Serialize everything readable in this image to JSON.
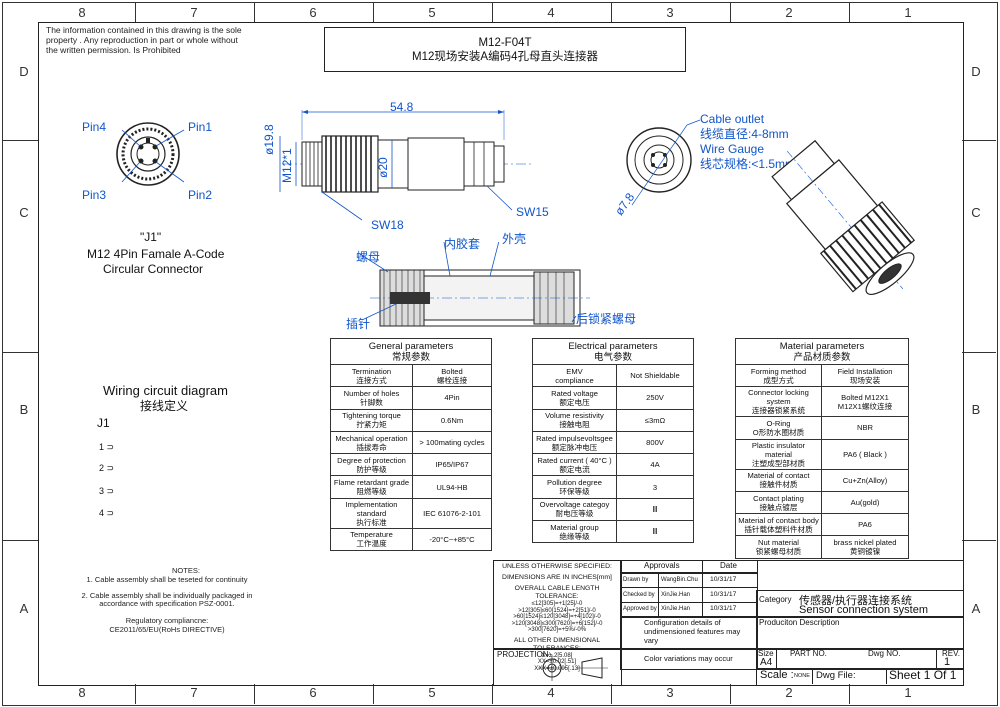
{
  "zones": {
    "columns": [
      "8",
      "7",
      "6",
      "5",
      "4",
      "3",
      "2",
      "1"
    ],
    "rows": [
      "D",
      "C",
      "B",
      "A"
    ]
  },
  "notice": "The information contained in this drawing is the sole property . Any reproduction in part or whole without the written permission. Is Prohibited",
  "title": {
    "code": "M12-F04T",
    "name": "M12现场安装A编码4孔母直头连接器"
  },
  "front_view": {
    "pin_labels": [
      "Pin4",
      "Pin1",
      "Pin3",
      "Pin2"
    ],
    "tag": "\"J1\"",
    "desc_line1": "M12 4Pin Famale A-Code",
    "desc_line2": "Circular Connector"
  },
  "side_view": {
    "length": "54.8",
    "dia1": "ø19.8",
    "thread": "M12*1",
    "dia2": "ø20",
    "sw1": "SW18",
    "sw2": "SW15"
  },
  "cable_view": {
    "dia": "ø7.8",
    "lines": [
      "Cable outlet",
      "线缆直径:4-8mm",
      "Wire Gauge",
      "线芯规格:<1.5mm²"
    ]
  },
  "section_view": {
    "labels": [
      "内胶套",
      "外壳",
      "螺母",
      "插针",
      "后锁紧螺母"
    ]
  },
  "wiring": {
    "title_en": "Wiring circuit diagram",
    "title_cn": "接线定义",
    "tag": "J1",
    "pins": [
      "1",
      "2",
      "3",
      "4"
    ],
    "pin_symbol": "⊃"
  },
  "notes": {
    "heading": "NOTES:",
    "items": [
      "1. Cable assembly shall be teseted for continuity",
      "2. Cable assembly shall be individually packaged in",
      "accordance with  specification PSZ-0001."
    ],
    "compliance_title": "Regulatory compliancne:",
    "compliance": "CE2011/65/EU(RoHs DIRECTIVE)"
  },
  "general": {
    "title_en": "General parameters",
    "title_cn": "常规参数",
    "rows": [
      {
        "en": "Termination",
        "cn": "连接方式",
        "value": "Bolted\n螺栓连接"
      },
      {
        "en": "Number of holes",
        "cn": "针脚数",
        "value": "4Pin"
      },
      {
        "en": "Tightening torque",
        "cn": "拧紧力矩",
        "value": "0.6Nm"
      },
      {
        "en": "Mechanical operation",
        "cn": "插拔寿命",
        "value": "> 100mating cycles"
      },
      {
        "en": "Degree of protection",
        "cn": "防护等级",
        "value": "IP65/IP67"
      },
      {
        "en": "Flame retardant grade",
        "cn": "阻燃等级",
        "value": "UL94-HB"
      },
      {
        "en": "Implementation standard",
        "cn": "执行标准",
        "value": "IEC 61076-2-101"
      },
      {
        "en": "Temperature",
        "cn": "工作温度",
        "value": "-20°C~+85°C"
      }
    ]
  },
  "electrical": {
    "title_en": "Electrical parameters",
    "title_cn": "电气参数",
    "rows": [
      {
        "en": "EMV",
        "cn": "compliance",
        "value": "Not Shieldable"
      },
      {
        "en": "Rated voltage",
        "cn": "额定电压",
        "value": "250V"
      },
      {
        "en": "Volume resistivity",
        "cn": "接触电阻",
        "value": "≤3mΩ"
      },
      {
        "en": "Rated impulsevoltsgee",
        "cn": "额定脉冲电压",
        "value": "800V"
      },
      {
        "en": "Rated current ( 40°C )",
        "cn": "额定电流",
        "value": "4A"
      },
      {
        "en": "Pollution degree",
        "cn": "环保等级",
        "value": "3"
      },
      {
        "en": "Overvoltage categoy",
        "cn": "耐电压等级",
        "value": "Ⅲ"
      },
      {
        "en": "Material group",
        "cn": "绝缘等级",
        "value": "Ⅲ"
      }
    ]
  },
  "material": {
    "title_en": "Material parameters",
    "title_cn": "产品材质参数",
    "rows": [
      {
        "en": "Forming method",
        "cn": "成型方式",
        "value": "Field Installation\n现场安装"
      },
      {
        "en": "Connector locking system",
        "cn": "连接器锁紧系统",
        "value": "Bolted M12X1\nM12X1螺纹连接"
      },
      {
        "en": "O-Ring",
        "cn": "O形防水圈材质",
        "value": "NBR"
      },
      {
        "en": "Plastic insulator material",
        "cn": "注塑成型部材质",
        "value": "PA6 ( Black )"
      },
      {
        "en": "Material of contact",
        "cn": "接触件材质",
        "value": "Cu+Zn(Alloy)"
      },
      {
        "en": "Contact plating",
        "cn": "接触点镀层",
        "value": "Au(gold)"
      },
      {
        "en": "Material of contact body",
        "cn": "插针载体塑料件材质",
        "value": "PA6"
      },
      {
        "en": "Nut material",
        "cn": "锁紧螺母材质",
        "value": "brass nickel plated\n黄铜镀镍"
      }
    ]
  },
  "titleblock": {
    "unless": "UNLESS OTHERWISE SPECIFIED:",
    "dims_in": "DIMENSIONS ARE IN INCHES[mm]",
    "overall": "OVERALL CABLE LENGTH TOLERANCE:",
    "tol_lines": [
      "≤12[305]=+1[25]/-0",
      ">12[305]≤60[1524]=+2[51]/-0",
      ">60[1524]≤120[3048]=+4[102]/-0",
      ">120[3048]≤300[7620]=+6[152]/-0",
      ">300[7620]=+5%/-0%"
    ],
    "other": "ALL OTHER DIMENSIONAL TOLERANCES:",
    "other_lines": [
      "X=±.2[5.08]",
      "XX=±0.02[.51]",
      "XXX=±0.005[.13]"
    ],
    "projection": "PROJECTION:",
    "approvals": "Approvals",
    "date": "Date",
    "drawn_by": "Drawn by",
    "drawn_name": "WangBin.Chu",
    "drawn_date": "10/31/17",
    "checked_by": "Checked by",
    "checked_name": "XinJie.Han",
    "checked_date": "10/31/17",
    "approved_by": "Approved by",
    "approved_name": "XinJie.Han",
    "approved_date": "10/31/17",
    "config": "Configuration details of undimensioned features may vary",
    "color": "Color variations may occur",
    "category": "Category",
    "category_cn": "传感器/执行器连接系统",
    "category_en": "Sensor connection system",
    "production": "Produciton Description",
    "size": "Size",
    "size_val": "A4",
    "part_no": "PART NO.",
    "dwg_no": "Dwg NO.",
    "rev": "REV.",
    "rev_val": "1",
    "scale": "Scale :",
    "scale_val": "NONE",
    "dwg_file": "Dwg File:",
    "sheet": "Sheet 1 Of 1"
  }
}
